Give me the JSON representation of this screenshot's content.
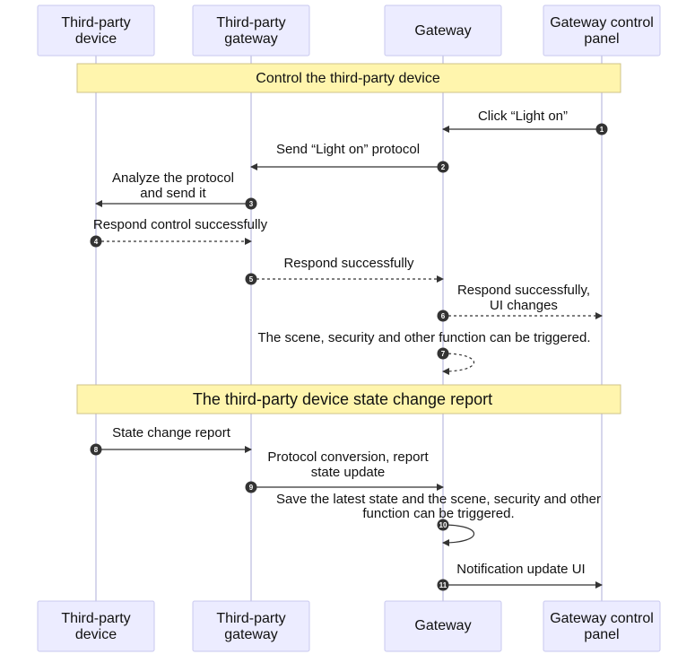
{
  "colors": {
    "actor_fill": "#ececff",
    "actor_stroke": "#c9c9ef",
    "note_fill": "#fff5ad",
    "note_stroke": "#cfc38a",
    "line": "#333333"
  },
  "participants": [
    {
      "id": "device",
      "lines": [
        "Third-party",
        "device"
      ]
    },
    {
      "id": "tp_gateway",
      "lines": [
        "Third-party",
        "gateway"
      ]
    },
    {
      "id": "gateway",
      "lines": [
        "Gateway"
      ]
    },
    {
      "id": "panel",
      "lines": [
        "Gateway control",
        "panel"
      ]
    }
  ],
  "notes": [
    "Control the third-party device",
    "The third-party device state change report"
  ],
  "messages": [
    {
      "num": "1",
      "from": "panel",
      "to": "gateway",
      "style": "solid",
      "lines": [
        "Click “Light on”"
      ]
    },
    {
      "num": "2",
      "from": "gateway",
      "to": "tp_gateway",
      "style": "solid",
      "lines": [
        "Send “Light on” protocol"
      ]
    },
    {
      "num": "3",
      "from": "tp_gateway",
      "to": "device",
      "style": "solid",
      "lines": [
        "Analyze the protocol",
        "and send it"
      ]
    },
    {
      "num": "4",
      "from": "device",
      "to": "tp_gateway",
      "style": "dotted",
      "lines": [
        "Respond control successfully"
      ]
    },
    {
      "num": "5",
      "from": "tp_gateway",
      "to": "gateway",
      "style": "dotted",
      "lines": [
        "Respond successfully"
      ]
    },
    {
      "num": "6",
      "from": "gateway",
      "to": "panel",
      "style": "dotted",
      "lines": [
        "Respond successfully,",
        "UI changes"
      ]
    },
    {
      "num": "7",
      "from": "gateway",
      "to": "gateway",
      "style": "dotted",
      "lines": [
        "The scene, security and other function can be triggered."
      ]
    },
    {
      "num": "8",
      "from": "device",
      "to": "tp_gateway",
      "style": "solid",
      "lines": [
        "State change report"
      ]
    },
    {
      "num": "9",
      "from": "tp_gateway",
      "to": "gateway",
      "style": "solid",
      "lines": [
        "Protocol conversion, report",
        "state update"
      ]
    },
    {
      "num": "10",
      "from": "gateway",
      "to": "gateway",
      "style": "solid",
      "lines": [
        "Save the latest state and the scene, security and other",
        "function can be triggered."
      ]
    },
    {
      "num": "11",
      "from": "gateway",
      "to": "panel",
      "style": "solid",
      "lines": [
        "Notification update UI"
      ]
    }
  ]
}
